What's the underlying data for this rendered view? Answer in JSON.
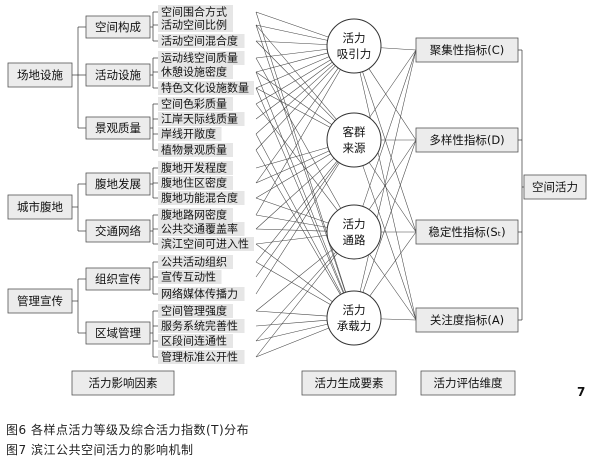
{
  "level1": [
    "场地设施",
    "城市腹地",
    "管理宣传"
  ],
  "level2": [
    "空间构成",
    "活动设施",
    "景观质量",
    "腹地发展",
    "交通网络",
    "组织宣传",
    "区域管理"
  ],
  "level3": [
    "空间围合方式",
    "活动空间比例",
    "活动空间混合度",
    "运动线空间质量",
    "休憩设施密度",
    "特色文化设施数量",
    "空间色彩质量",
    "江岸天际线质量",
    "岸线开敞度",
    "植物景观质量",
    "腹地开发程度",
    "腹地住区密度",
    "腹地功能混合度",
    "腹地路网密度",
    "公共交通覆盖率",
    "滨江空间可进入性",
    "公共活动组织",
    "宣传互动性",
    "网络媒体传播力",
    "空间管理强度",
    "服务系统完善性",
    "区段间连通性",
    "管理标准公开性"
  ],
  "elements": [
    [
      "活力",
      "吸引力"
    ],
    [
      "客群",
      "来源"
    ],
    [
      "活力",
      "通路"
    ],
    [
      "活力",
      "承载力"
    ]
  ],
  "indicators": [
    "聚集性指标(C)",
    "多样性指标(D)",
    "稳定性指标(Sₜ)",
    "关注度指标(A)"
  ],
  "target": "空间活力",
  "bottom_labels": [
    "活力影响因素",
    "活力生成要素",
    "活力评估维度"
  ],
  "page_number": "7",
  "captions": [
    "图6  各样点活力等级及综合活力指数(T)分布",
    "图7  滨江公共空间活力的影响机制"
  ]
}
